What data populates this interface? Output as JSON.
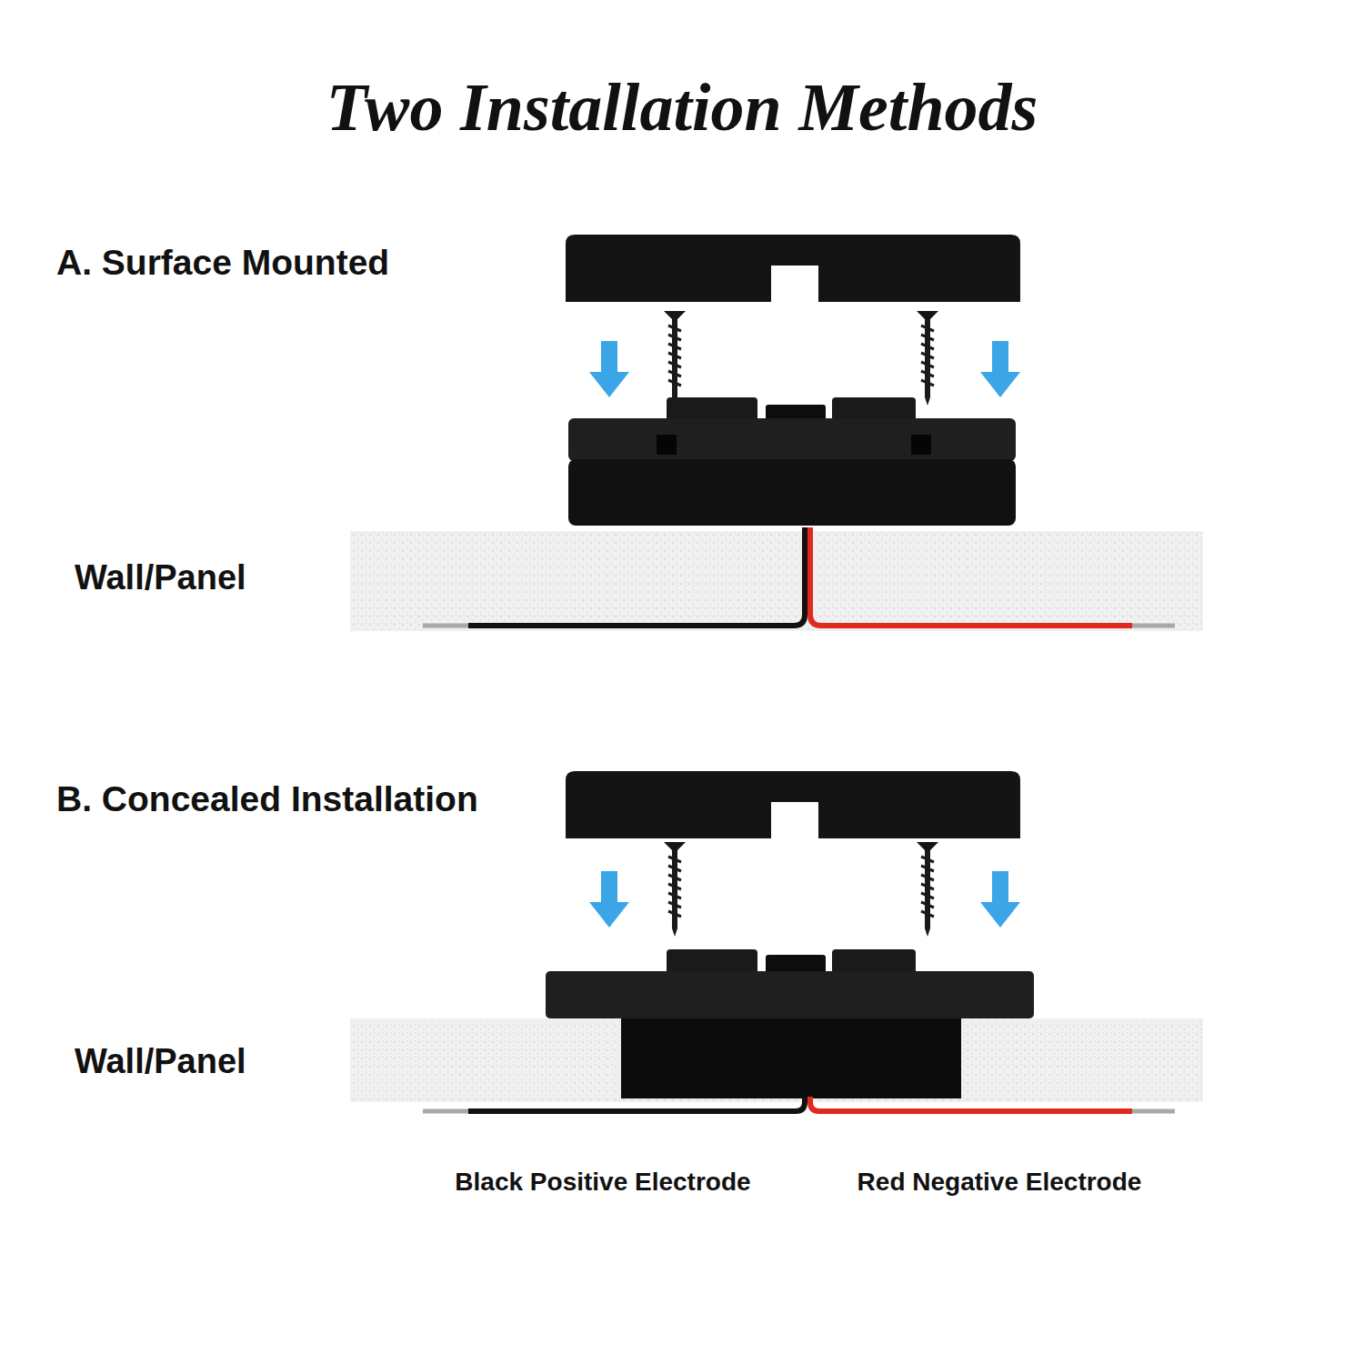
{
  "diagram": {
    "title": "Two Installation Methods",
    "labels": [
      "A. Surface Mounted",
      "Wall/Panel",
      "B. Concealed Installation",
      "Wall/Panel",
      "Black Positive Electrode",
      "Red Negative Electrode"
    ]
  }
}
